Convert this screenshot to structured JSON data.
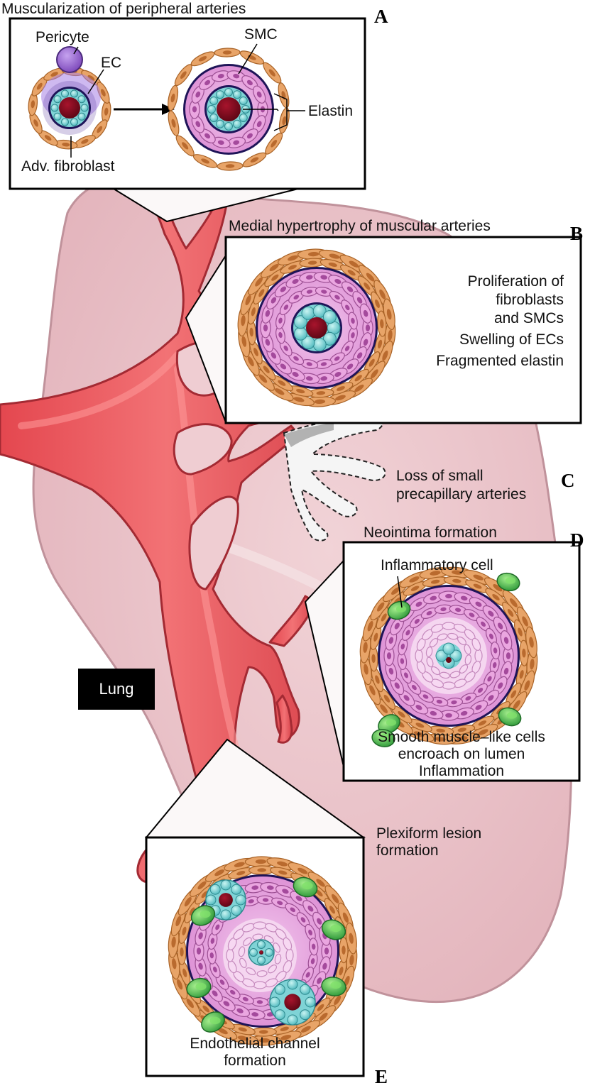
{
  "panels": {
    "A": {
      "letter": "A",
      "title": "Muscularization of peripheral arteries",
      "labels": {
        "pericyte": "Pericyte",
        "ec": "EC",
        "smc": "SMC",
        "elastin": "Elastin",
        "fibroblast": "Adv. fibroblast"
      }
    },
    "B": {
      "letter": "B",
      "title": "Medial hypertrophy of muscular arteries",
      "notes": [
        "Proliferation of",
        "fibroblasts",
        "and SMCs",
        "Swelling of ECs",
        "Fragmented elastin"
      ]
    },
    "C": {
      "letter": "C",
      "notes": [
        "Loss of small",
        "precapillary arteries"
      ]
    },
    "D": {
      "letter": "D",
      "title": "Neointima formation",
      "labels": {
        "inflammatory": "Inflammatory cell"
      },
      "notes": [
        "Smooth muscle–like cells",
        "encroach on lumen",
        "Inflammation"
      ]
    },
    "E": {
      "letter": "E",
      "title": [
        "Plexiform lesion",
        "formation"
      ],
      "notes": [
        "Endothelial channel",
        "formation"
      ]
    }
  },
  "organ_label": "Lung",
  "colors": {
    "lung": "#ecc7cd",
    "lung_edge": "#c69aa2",
    "artery": "#e9575b",
    "artery_dark": "#b42c35",
    "lumen": "#7a0c1e",
    "endothelium": "#7fd3d6",
    "smc": "#e7a0dc",
    "fibroblast": "#e8a468",
    "elastin": "#2b1f6b",
    "pericyte": "#9a6bd1",
    "inflammatory": "#4fbf4a"
  }
}
